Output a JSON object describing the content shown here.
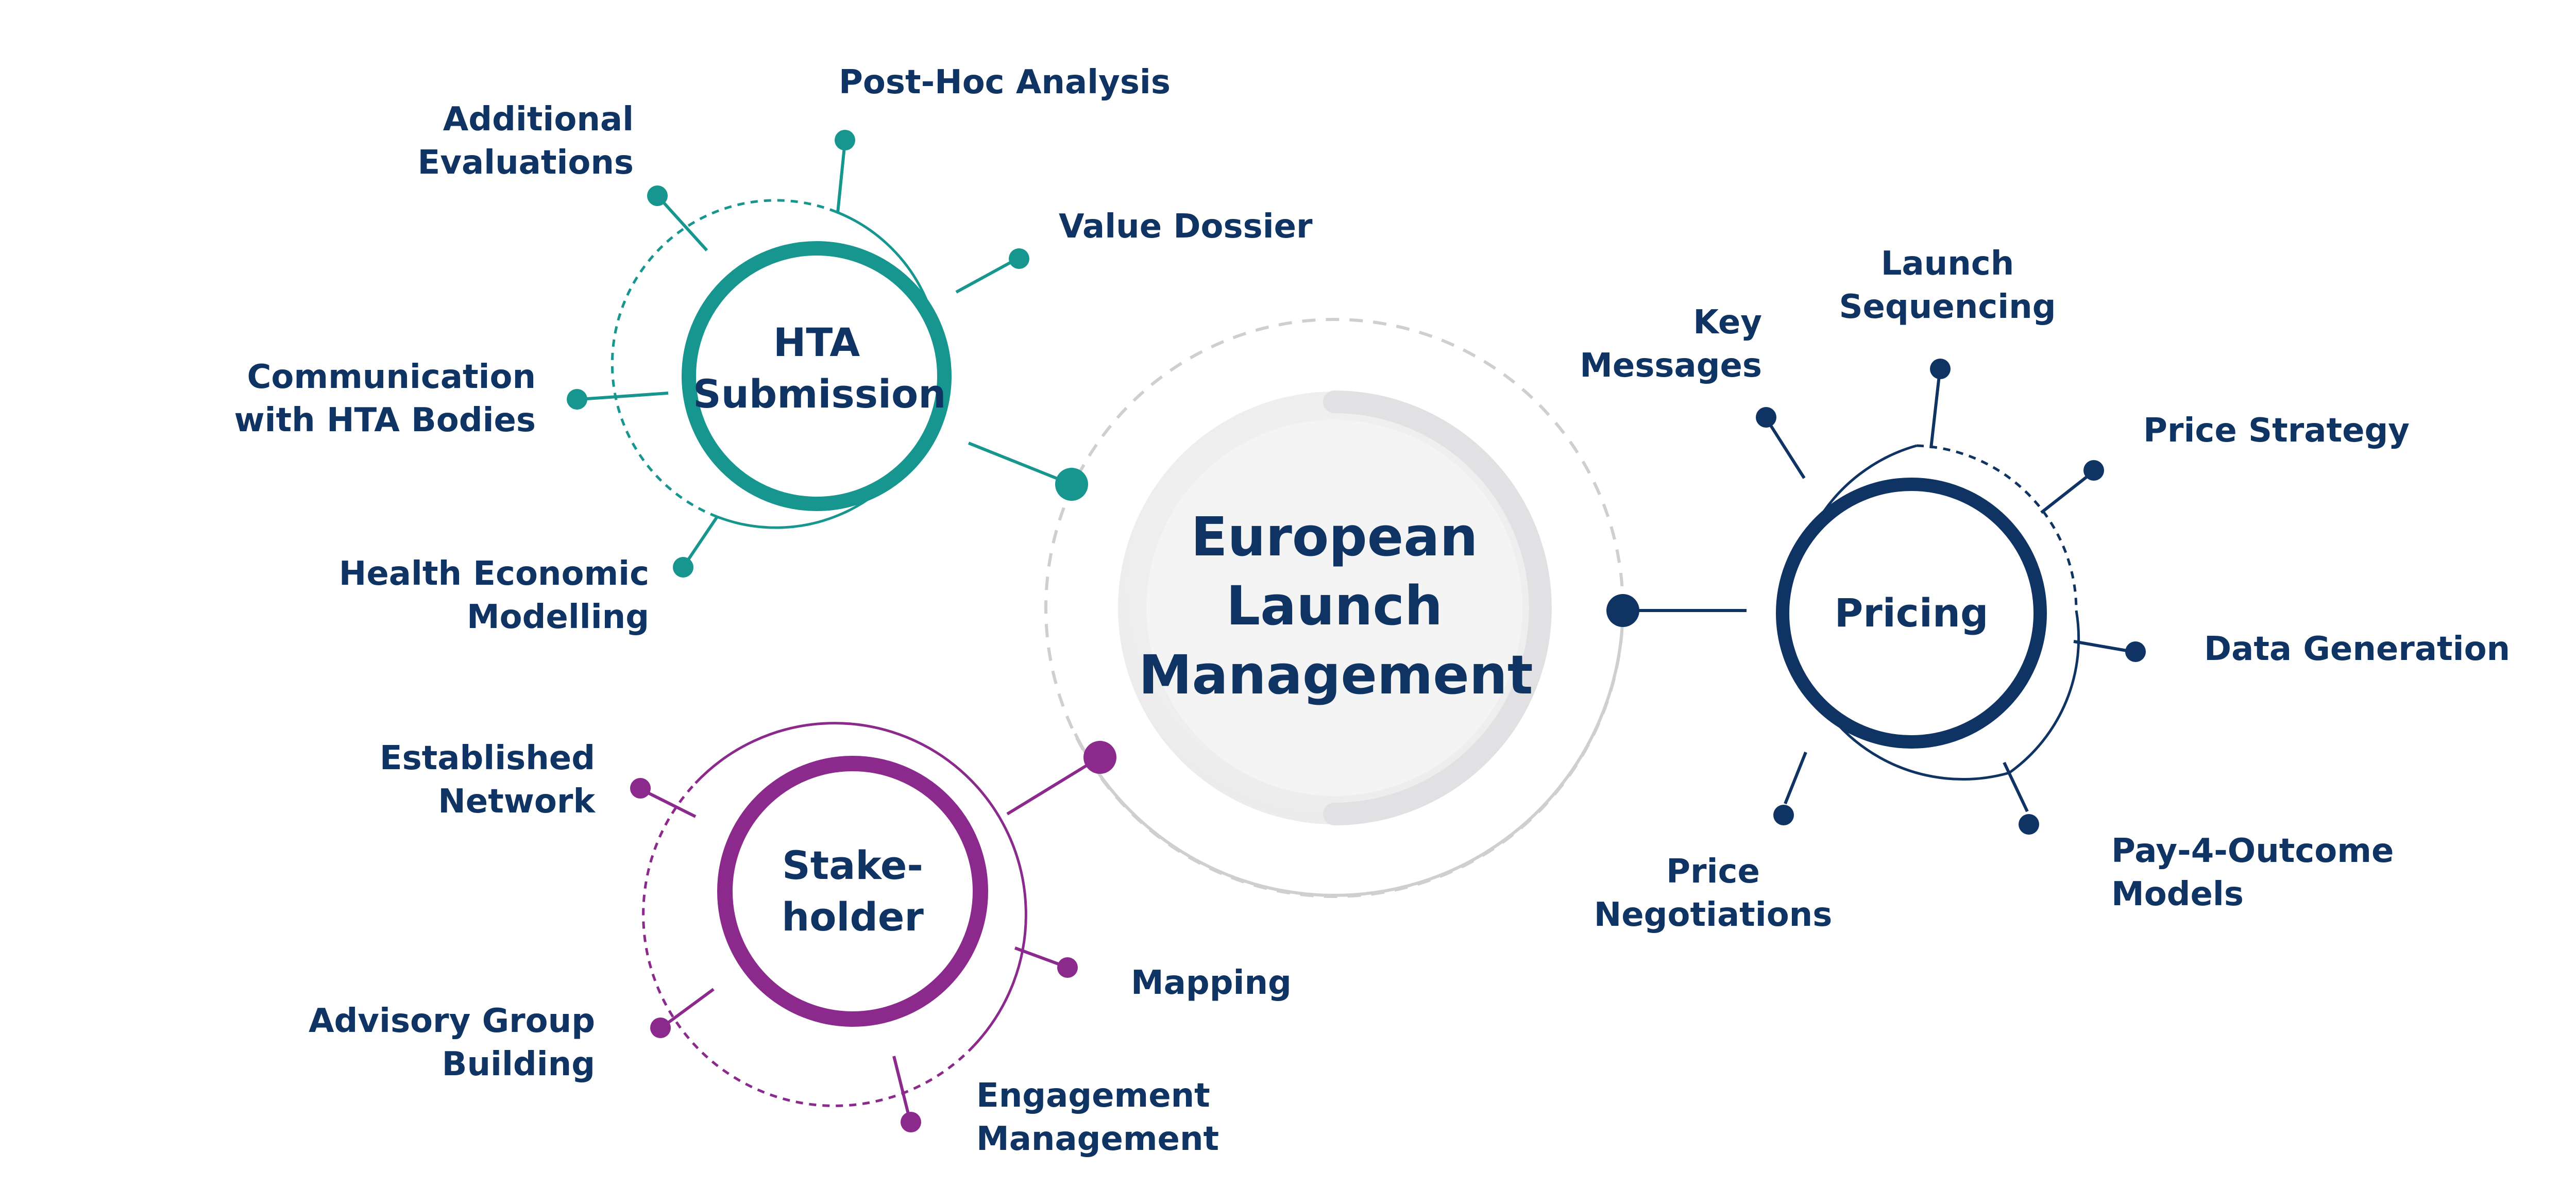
{
  "colors": {
    "teal": "#16968f",
    "navy": "#0f3463",
    "purple": "#8b2a8c",
    "grey_ring": "#cfcfd1",
    "center_fill": "#efeff0",
    "text": "#0f3463"
  },
  "center": {
    "title": "European\nLaunch\nManagement"
  },
  "hubs": {
    "hta": {
      "title": "HTA\nSubmission",
      "items": {
        "post_hoc": "Post-Hoc Analysis",
        "additional": "Additional\nEvaluations",
        "value_dossier": "Value Dossier",
        "communication": "Communication\nwith HTA Bodies",
        "health_econ": "Health Economic\nModelling"
      }
    },
    "pricing": {
      "title": "Pricing",
      "items": {
        "key_messages": "Key\nMessages",
        "launch_seq": "Launch\nSequencing",
        "price_strategy": "Price Strategy",
        "data_gen": "Data Generation",
        "pay4": "Pay-4-Outcome\nModels",
        "price_neg": "Price\nNegotiations"
      }
    },
    "stakeholder": {
      "title": "Stake-\nholder",
      "items": {
        "established": "Established\nNetwork",
        "mapping": "Mapping",
        "advisory": "Advisory Group\nBuilding",
        "engagement": "Engagement\nManagement"
      }
    }
  }
}
